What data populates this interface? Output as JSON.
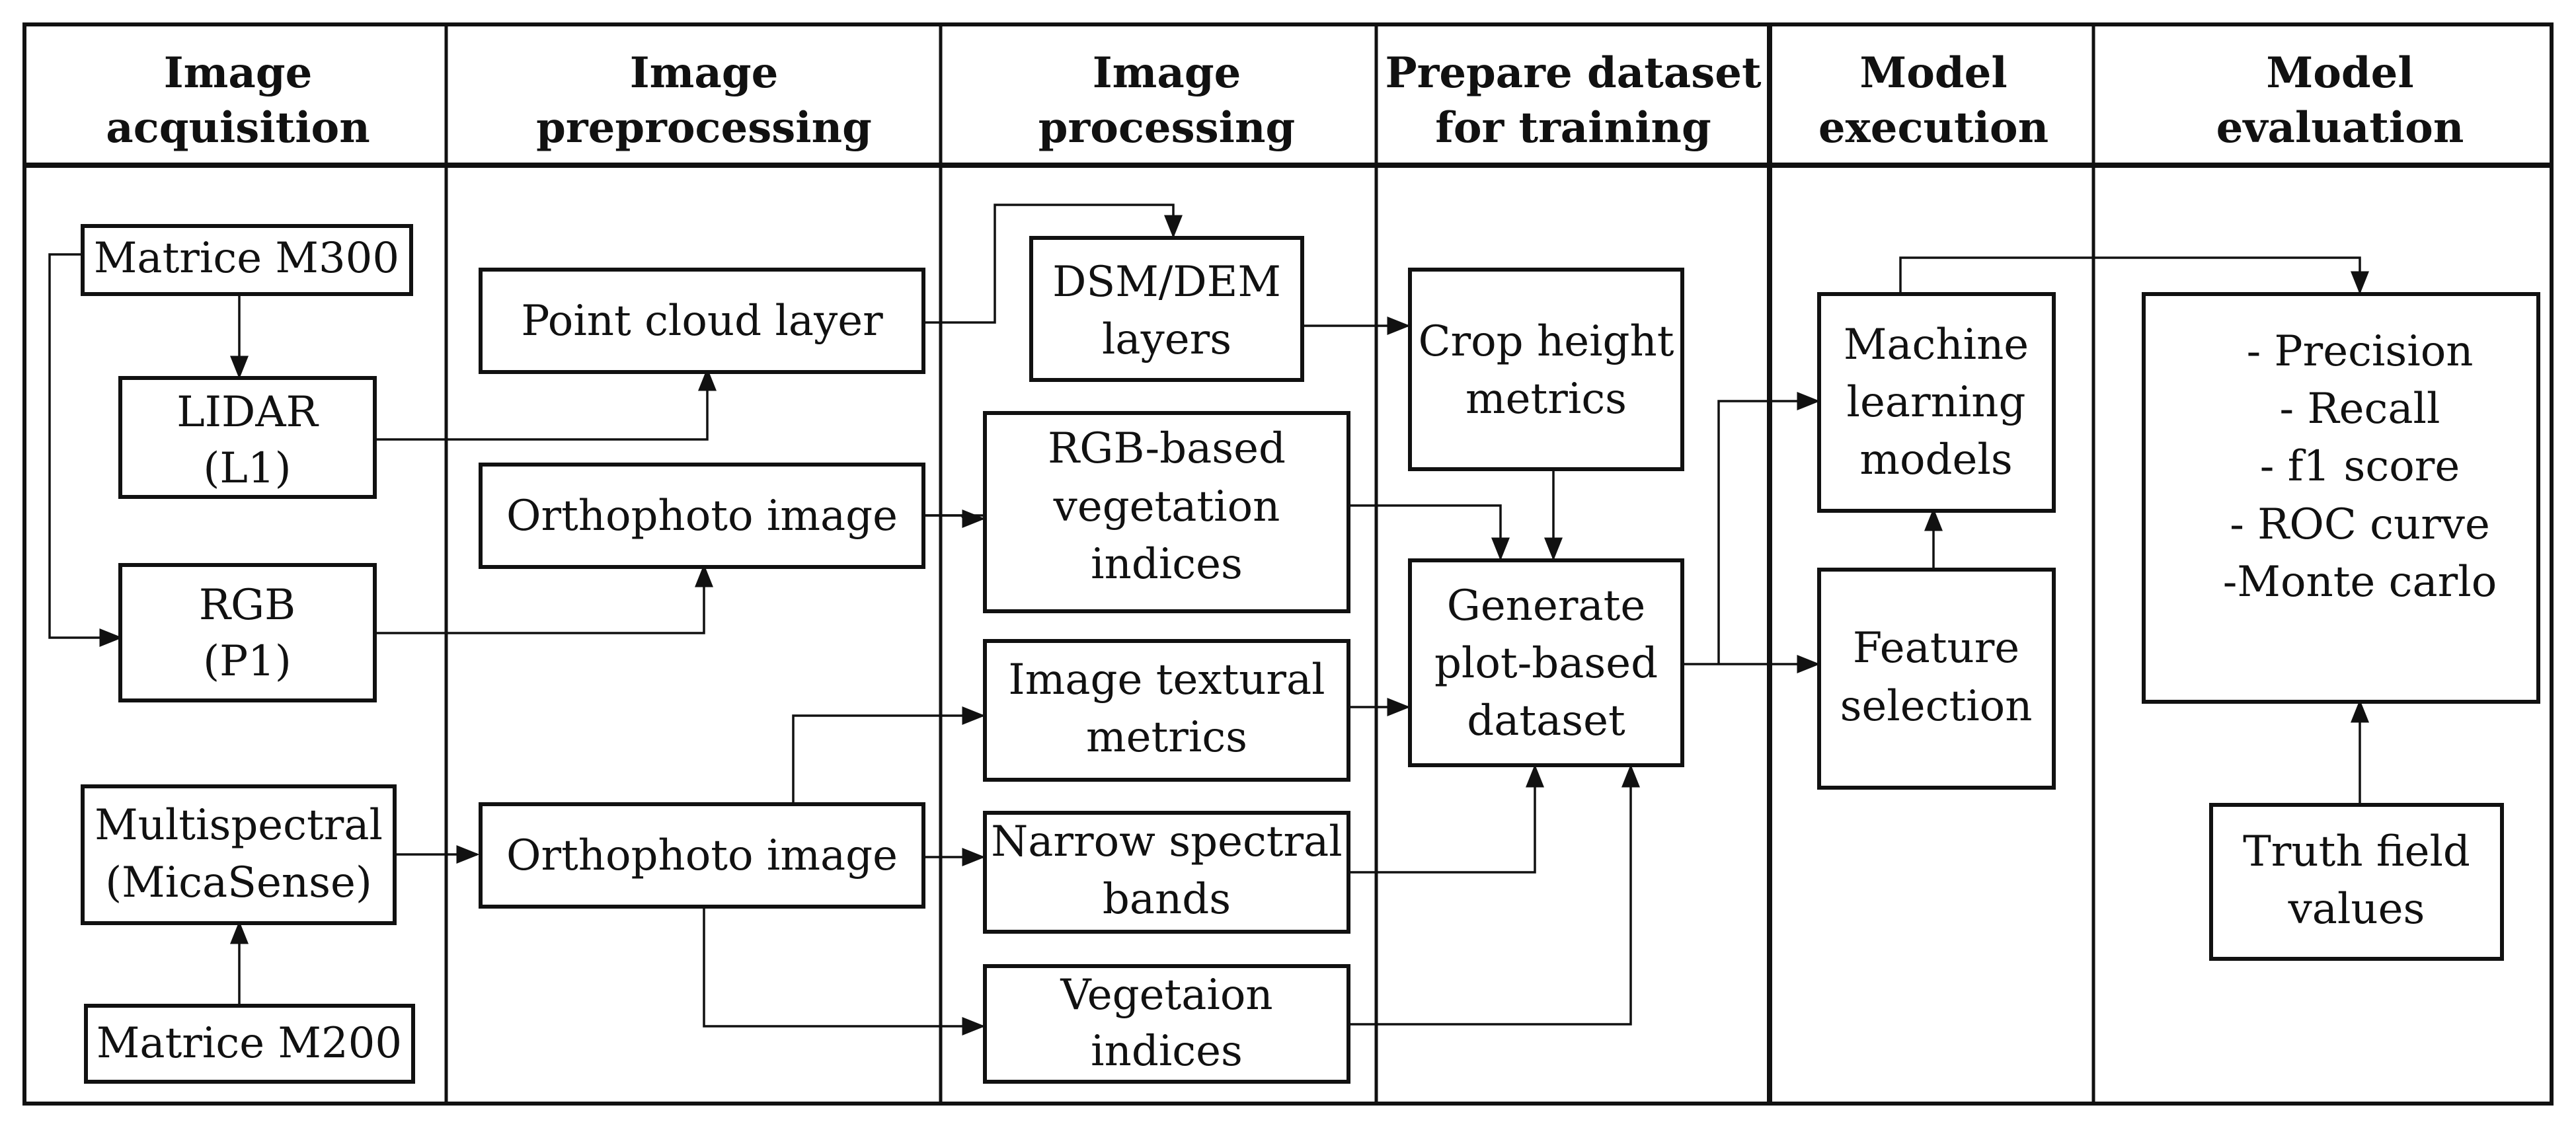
{
  "headers": {
    "acquisition": [
      "Image",
      "acquisition"
    ],
    "preprocessing": [
      "Image",
      "preprocessing"
    ],
    "processing": [
      "Image",
      "processing"
    ],
    "prepare": [
      "Prepare dataset",
      "for training"
    ],
    "execution": [
      "Model",
      "execution"
    ],
    "evaluation": [
      "Model",
      "evaluation"
    ]
  },
  "nodes": {
    "matrice_m300": [
      "Matrice M300"
    ],
    "lidar": [
      "LIDAR",
      "(L1)"
    ],
    "rgb": [
      "RGB",
      "(P1)"
    ],
    "multispectral": [
      "Multispectral",
      "(MicaSense)"
    ],
    "matrice_m200": [
      "Matrice M200"
    ],
    "point_cloud": [
      "Point cloud layer"
    ],
    "ortho_rgb": [
      "Orthophoto image"
    ],
    "ortho_ms": [
      "Orthophoto image"
    ],
    "dsm_dem": [
      "DSM/DEM",
      "layers"
    ],
    "rgb_vi": [
      "RGB-based",
      "vegetation",
      "indices"
    ],
    "texture": [
      "Image textural",
      "metrics"
    ],
    "narrow_bands": [
      "Narrow spectral",
      "bands"
    ],
    "veg_indices": [
      "Vegetaion",
      "indices"
    ],
    "crop_height": [
      "Crop height",
      "metrics"
    ],
    "plot_dataset": [
      "Generate",
      "plot-based",
      "dataset"
    ],
    "ml_models": [
      "Machine",
      "learning",
      "models"
    ],
    "feature_selection": [
      "Feature",
      "selection"
    ],
    "metrics": [
      "- Precision",
      "- Recall",
      "- f1 score",
      "- ROC curve",
      "-Monte carlo"
    ],
    "truth": [
      "Truth field",
      "values"
    ]
  }
}
